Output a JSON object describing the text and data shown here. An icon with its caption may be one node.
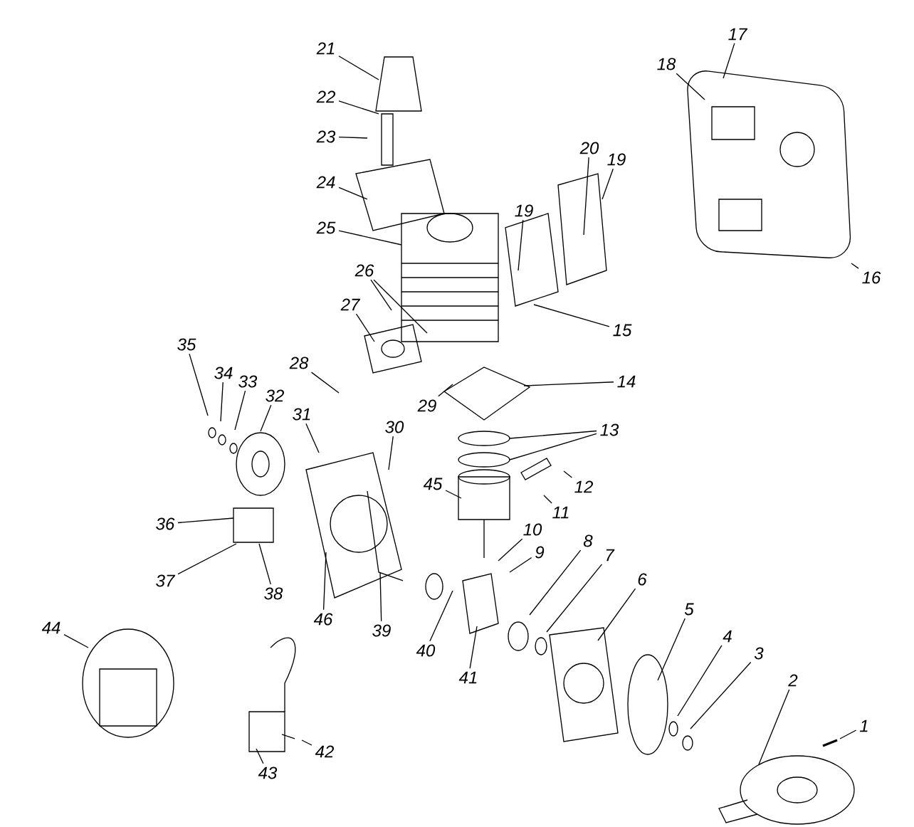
{
  "diagram": {
    "nodes": [
      {
        "text": [
          "1"
        ]
      },
      {
        "text": [
          "2"
        ]
      },
      {
        "text": [
          "3"
        ]
      },
      {
        "text": [
          "4"
        ]
      },
      {
        "text": [
          "5"
        ]
      },
      {
        "text": [
          "6"
        ]
      },
      {
        "text": [
          "7"
        ]
      },
      {
        "text": [
          "8"
        ]
      },
      {
        "text": [
          "9"
        ]
      },
      {
        "text": [
          "10"
        ]
      },
      {
        "text": [
          "11"
        ]
      },
      {
        "text": [
          "12"
        ]
      },
      {
        "text": [
          "13"
        ]
      },
      {
        "text": [
          "14"
        ]
      },
      {
        "text": [
          "15"
        ]
      },
      {
        "text": [
          "16"
        ]
      },
      {
        "text": [
          "17"
        ]
      },
      {
        "text": [
          "18"
        ]
      },
      {
        "text": [
          "19"
        ]
      },
      {
        "text": [
          "19"
        ]
      },
      {
        "text": [
          "20"
        ]
      },
      {
        "text": [
          "21"
        ]
      },
      {
        "text": [
          "22"
        ]
      },
      {
        "text": [
          "23"
        ]
      },
      {
        "text": [
          "24"
        ]
      },
      {
        "text": [
          "25"
        ]
      },
      {
        "text": [
          "26"
        ]
      },
      {
        "text": [
          "27"
        ]
      },
      {
        "text": [
          "28"
        ]
      },
      {
        "text": [
          "29"
        ]
      },
      {
        "text": [
          "30"
        ]
      },
      {
        "text": [
          "31"
        ]
      },
      {
        "text": [
          "32"
        ]
      },
      {
        "text": [
          "33"
        ]
      },
      {
        "text": [
          "34"
        ]
      },
      {
        "text": [
          "35"
        ]
      },
      {
        "text": [
          "36"
        ]
      },
      {
        "text": [
          "37"
        ]
      },
      {
        "text": [
          "38"
        ]
      },
      {
        "text": [
          "39"
        ]
      },
      {
        "text": [
          "40"
        ]
      },
      {
        "text": [
          "41"
        ]
      },
      {
        "text": [
          "42"
        ]
      },
      {
        "text": [
          "43"
        ]
      },
      {
        "text": [
          "44"
        ]
      },
      {
        "text": [
          "45"
        ]
      },
      {
        "text": [
          "46"
        ]
      }
    ],
    "edges": [
      {
        "from": 0,
        "to": null,
        "arrow": "none"
      },
      {
        "from": 1,
        "to": null,
        "arrow": "none"
      },
      {
        "from": 2,
        "to": null,
        "arrow": "none"
      },
      {
        "from": 3,
        "to": null,
        "arrow": "none"
      },
      {
        "from": 4,
        "to": null,
        "arrow": "none"
      },
      {
        "from": 5,
        "to": null,
        "arrow": "none"
      },
      {
        "from": 6,
        "to": null,
        "arrow": "none"
      },
      {
        "from": 7,
        "to": null,
        "arrow": "none"
      },
      {
        "from": 8,
        "to": null,
        "arrow": "none"
      },
      {
        "from": 9,
        "to": null,
        "arrow": "none"
      },
      {
        "from": 10,
        "to": null,
        "arrow": "none"
      },
      {
        "from": 11,
        "to": null,
        "arrow": "none"
      },
      {
        "from": 12,
        "to": null,
        "arrow": "none"
      },
      {
        "from": 12,
        "to": null,
        "arrow": "none"
      },
      {
        "from": 13,
        "to": null,
        "arrow": "none"
      },
      {
        "from": 14,
        "to": null,
        "arrow": "none"
      },
      {
        "from": 15,
        "to": null,
        "arrow": "none"
      },
      {
        "from": 16,
        "to": null,
        "arrow": "none"
      },
      {
        "from": 17,
        "to": null,
        "arrow": "none"
      },
      {
        "from": 18,
        "to": null,
        "arrow": "none"
      },
      {
        "from": 19,
        "to": null,
        "arrow": "none"
      },
      {
        "from": 20,
        "to": null,
        "arrow": "none"
      },
      {
        "from": 21,
        "to": null,
        "arrow": "none"
      },
      {
        "from": 22,
        "to": null,
        "arrow": "none"
      },
      {
        "from": 23,
        "to": null,
        "arrow": "none"
      },
      {
        "from": 24,
        "to": null,
        "arrow": "none"
      },
      {
        "from": 25,
        "to": null,
        "arrow": "none"
      },
      {
        "from": 26,
        "to": null,
        "arrow": "none"
      },
      {
        "from": 26,
        "to": null,
        "arrow": "none"
      },
      {
        "from": 27,
        "to": null,
        "arrow": "none"
      },
      {
        "from": 28,
        "to": null,
        "arrow": "none"
      },
      {
        "from": 29,
        "to": null,
        "arrow": "none"
      },
      {
        "from": 30,
        "to": null,
        "arrow": "none"
      },
      {
        "from": 31,
        "to": null,
        "arrow": "none"
      },
      {
        "from": 32,
        "to": null,
        "arrow": "none"
      },
      {
        "from": 33,
        "to": null,
        "arrow": "none"
      },
      {
        "from": 34,
        "to": null,
        "arrow": "none"
      },
      {
        "from": 35,
        "to": null,
        "arrow": "none"
      },
      {
        "from": 36,
        "to": null,
        "arrow": "none"
      },
      {
        "from": 37,
        "to": null,
        "arrow": "none"
      },
      {
        "from": 38,
        "to": null,
        "arrow": "none"
      },
      {
        "from": 39,
        "to": null,
        "arrow": "none"
      },
      {
        "from": 40,
        "to": null,
        "arrow": "none"
      },
      {
        "from": 41,
        "to": null,
        "arrow": "none"
      },
      {
        "from": 42,
        "to": null,
        "arrow": "none"
      },
      {
        "from": 43,
        "to": null,
        "arrow": "none"
      },
      {
        "from": 44,
        "to": null,
        "arrow": "none"
      },
      {
        "from": 45,
        "to": null,
        "arrow": "none"
      },
      {
        "from": 46,
        "to": null,
        "arrow": "none"
      }
    ]
  }
}
